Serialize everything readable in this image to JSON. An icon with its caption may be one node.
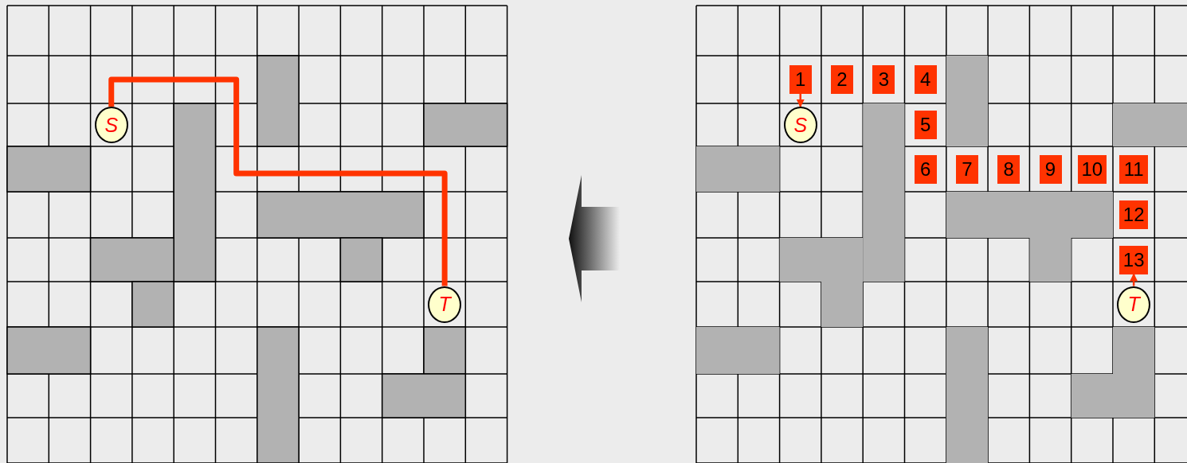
{
  "diagram": {
    "nodes": [
      {
        "text": [
          "S"
        ]
      },
      {
        "text": [
          "T"
        ]
      },
      {
        "text": [
          "1"
        ]
      },
      {
        "text": [
          "2"
        ]
      },
      {
        "text": [
          "3"
        ]
      },
      {
        "text": [
          "4"
        ]
      },
      {
        "text": [
          "S"
        ]
      },
      {
        "text": [
          "5"
        ]
      },
      {
        "text": [
          "6"
        ]
      },
      {
        "text": [
          "7"
        ]
      },
      {
        "text": [
          "8"
        ]
      },
      {
        "text": [
          "9"
        ]
      },
      {
        "text": [
          "10"
        ]
      },
      {
        "text": [
          "11"
        ]
      },
      {
        "text": [
          "12"
        ]
      },
      {
        "text": [
          "13"
        ]
      },
      {
        "text": [
          "T"
        ]
      }
    ],
    "edges": [
      {
        "from": 0,
        "to": 1,
        "arrow": "none",
        "style": "thick"
      },
      {
        "from": 2,
        "to": 6,
        "arrow": "to"
      },
      {
        "from": 16,
        "to": 15,
        "arrow": "to"
      }
    ]
  }
}
